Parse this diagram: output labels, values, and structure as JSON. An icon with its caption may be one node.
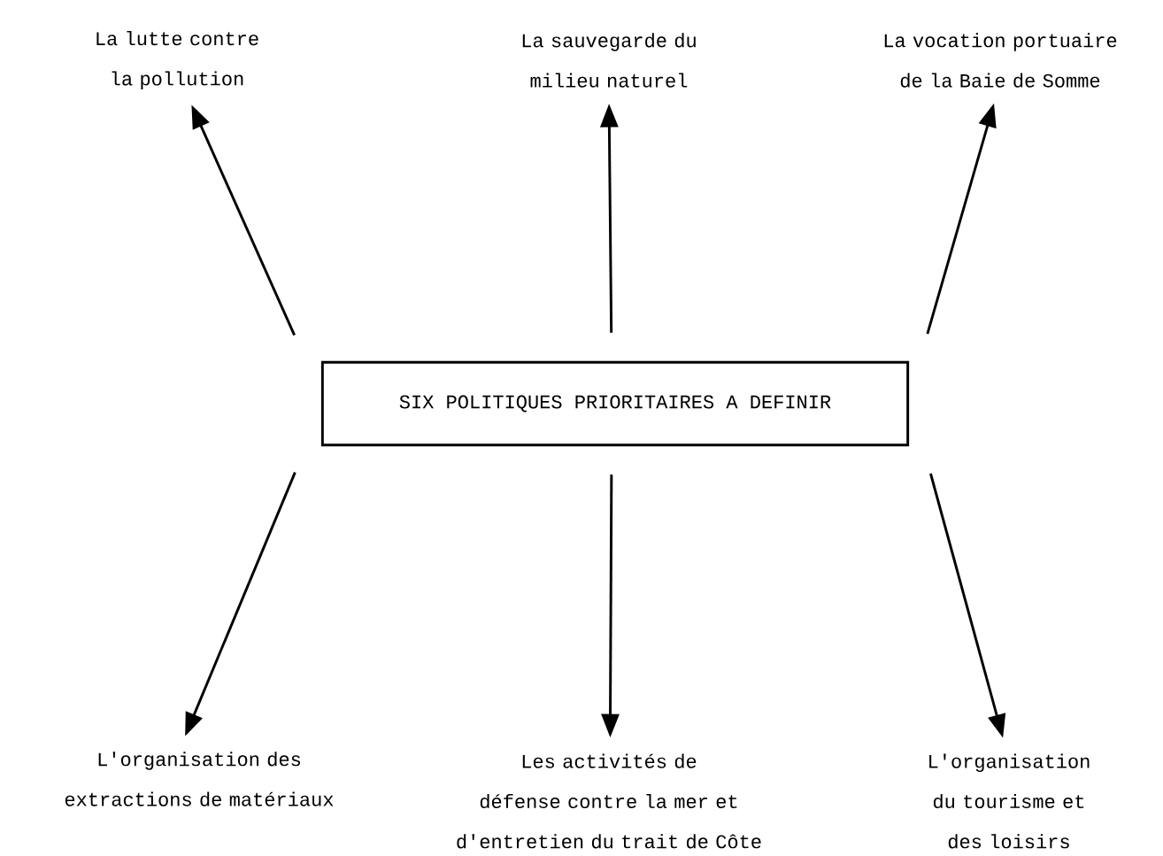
{
  "diagram": {
    "nodes": [
      {
        "text": [
          "SIX POLITIQUES PRIORITAIRES A DEFINIR"
        ]
      },
      {
        "text": [
          "La lutte contre la pollution"
        ]
      },
      {
        "text": [
          "La sauvegarde du milieu naturel"
        ]
      },
      {
        "text": [
          "La vocation portuaire de la Baie de Somme"
        ]
      },
      {
        "text": [
          "L'organisation des extractions de matériaux"
        ]
      },
      {
        "text": [
          "Les activités de défense contre la mer et d'entretien du trait de Côte"
        ]
      },
      {
        "text": [
          "L'organisation du tourisme et des loisirs"
        ]
      }
    ],
    "edges": [
      {
        "from": 0,
        "to": 1,
        "arrow": "to"
      },
      {
        "from": 0,
        "to": 2,
        "arrow": "to"
      },
      {
        "from": 0,
        "to": 3,
        "arrow": "to"
      },
      {
        "from": 0,
        "to": 4,
        "arrow": "to"
      },
      {
        "from": 0,
        "to": 5,
        "arrow": "to"
      },
      {
        "from": 0,
        "to": 6,
        "arrow": "to"
      }
    ]
  }
}
